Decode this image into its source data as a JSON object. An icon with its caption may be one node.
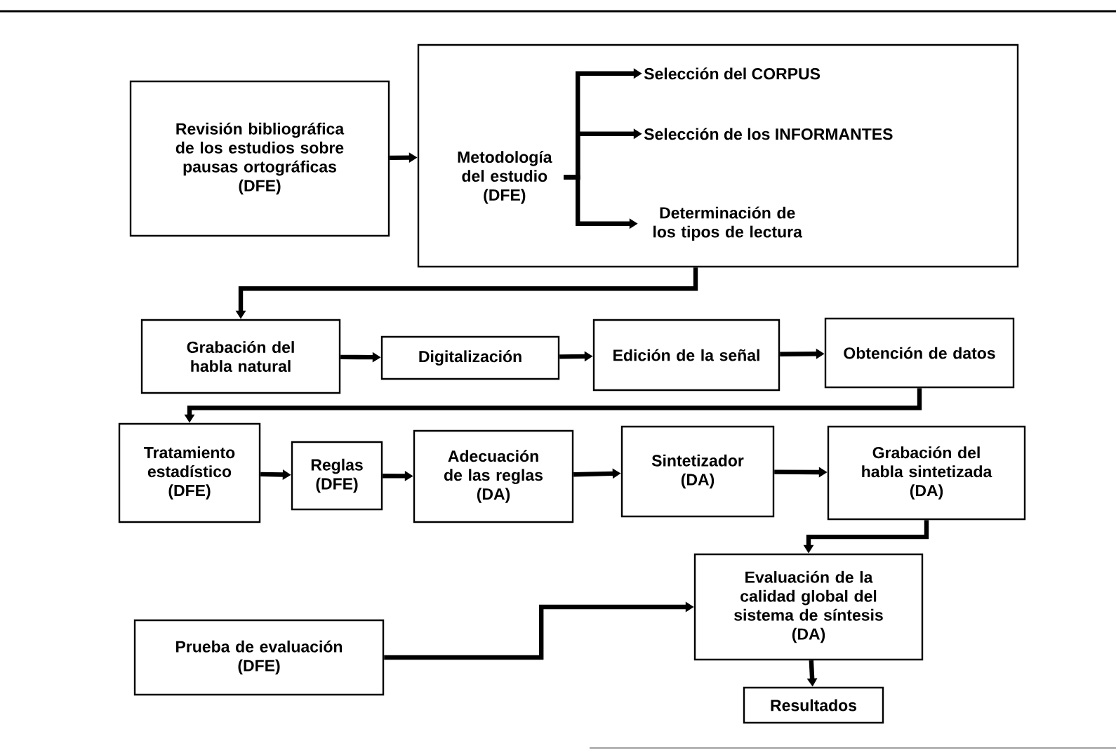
{
  "diagram": {
    "nodes": [
      {
        "text": [
          "Revisión bibliográfica de los estudios sobre pausas ortográficas",
          "(DFE)"
        ]
      },
      {
        "text": [],
        "shape": "box"
      },
      {
        "text": [
          "Metodología del estudio",
          "(DFE)"
        ],
        "in": 1
      },
      {
        "text": [
          "Selección del CORPUS"
        ],
        "in": 1
      },
      {
        "text": [
          "Selección de los INFORMANTES"
        ],
        "in": 1
      },
      {
        "text": [
          "Determinación de los tipos de lectura"
        ],
        "in": 1
      },
      {
        "text": [
          "Grabación del habla natural"
        ]
      },
      {
        "text": [
          "Digitalización"
        ]
      },
      {
        "text": [
          "Edición de la señal"
        ]
      },
      {
        "text": [
          "Obtención de datos"
        ]
      },
      {
        "text": [
          "Tratamiento estadístico",
          "(DFE)"
        ]
      },
      {
        "text": [
          "Reglas",
          "(DFE)"
        ]
      },
      {
        "text": [
          "Adecuación de las reglas",
          "(DA)"
        ]
      },
      {
        "text": [
          "Sintetizador",
          "(DA)"
        ]
      },
      {
        "text": [
          "Grabación del habla sintetizada",
          "(DA)"
        ]
      },
      {
        "text": [
          "Evaluación de la calidad global del sistema de síntesis",
          "(DA)"
        ]
      },
      {
        "text": [
          "Prueba de evaluación",
          "(DFE)"
        ]
      },
      {
        "text": [
          "Resultados"
        ]
      }
    ],
    "edges": [
      {
        "from": 0,
        "to": 1,
        "arrow": "to"
      },
      {
        "from": 2,
        "to": 3,
        "arrow": "to"
      },
      {
        "from": 2,
        "to": 4,
        "arrow": "to"
      },
      {
        "from": 2,
        "to": 5,
        "arrow": "to"
      },
      {
        "from": 1,
        "to": 6,
        "arrow": "to"
      },
      {
        "from": 6,
        "to": 7,
        "arrow": "to"
      },
      {
        "from": 7,
        "to": 8,
        "arrow": "to"
      },
      {
        "from": 8,
        "to": 9,
        "arrow": "to"
      },
      {
        "from": 9,
        "to": 10,
        "arrow": "to"
      },
      {
        "from": 10,
        "to": 11,
        "arrow": "to"
      },
      {
        "from": 11,
        "to": 12,
        "arrow": "to"
      },
      {
        "from": 12,
        "to": 13,
        "arrow": "to"
      },
      {
        "from": 13,
        "to": 14,
        "arrow": "to"
      },
      {
        "from": 14,
        "to": 15,
        "arrow": "to"
      },
      {
        "from": 16,
        "to": 15,
        "arrow": "to"
      },
      {
        "from": 15,
        "to": 17,
        "arrow": "to"
      }
    ]
  }
}
